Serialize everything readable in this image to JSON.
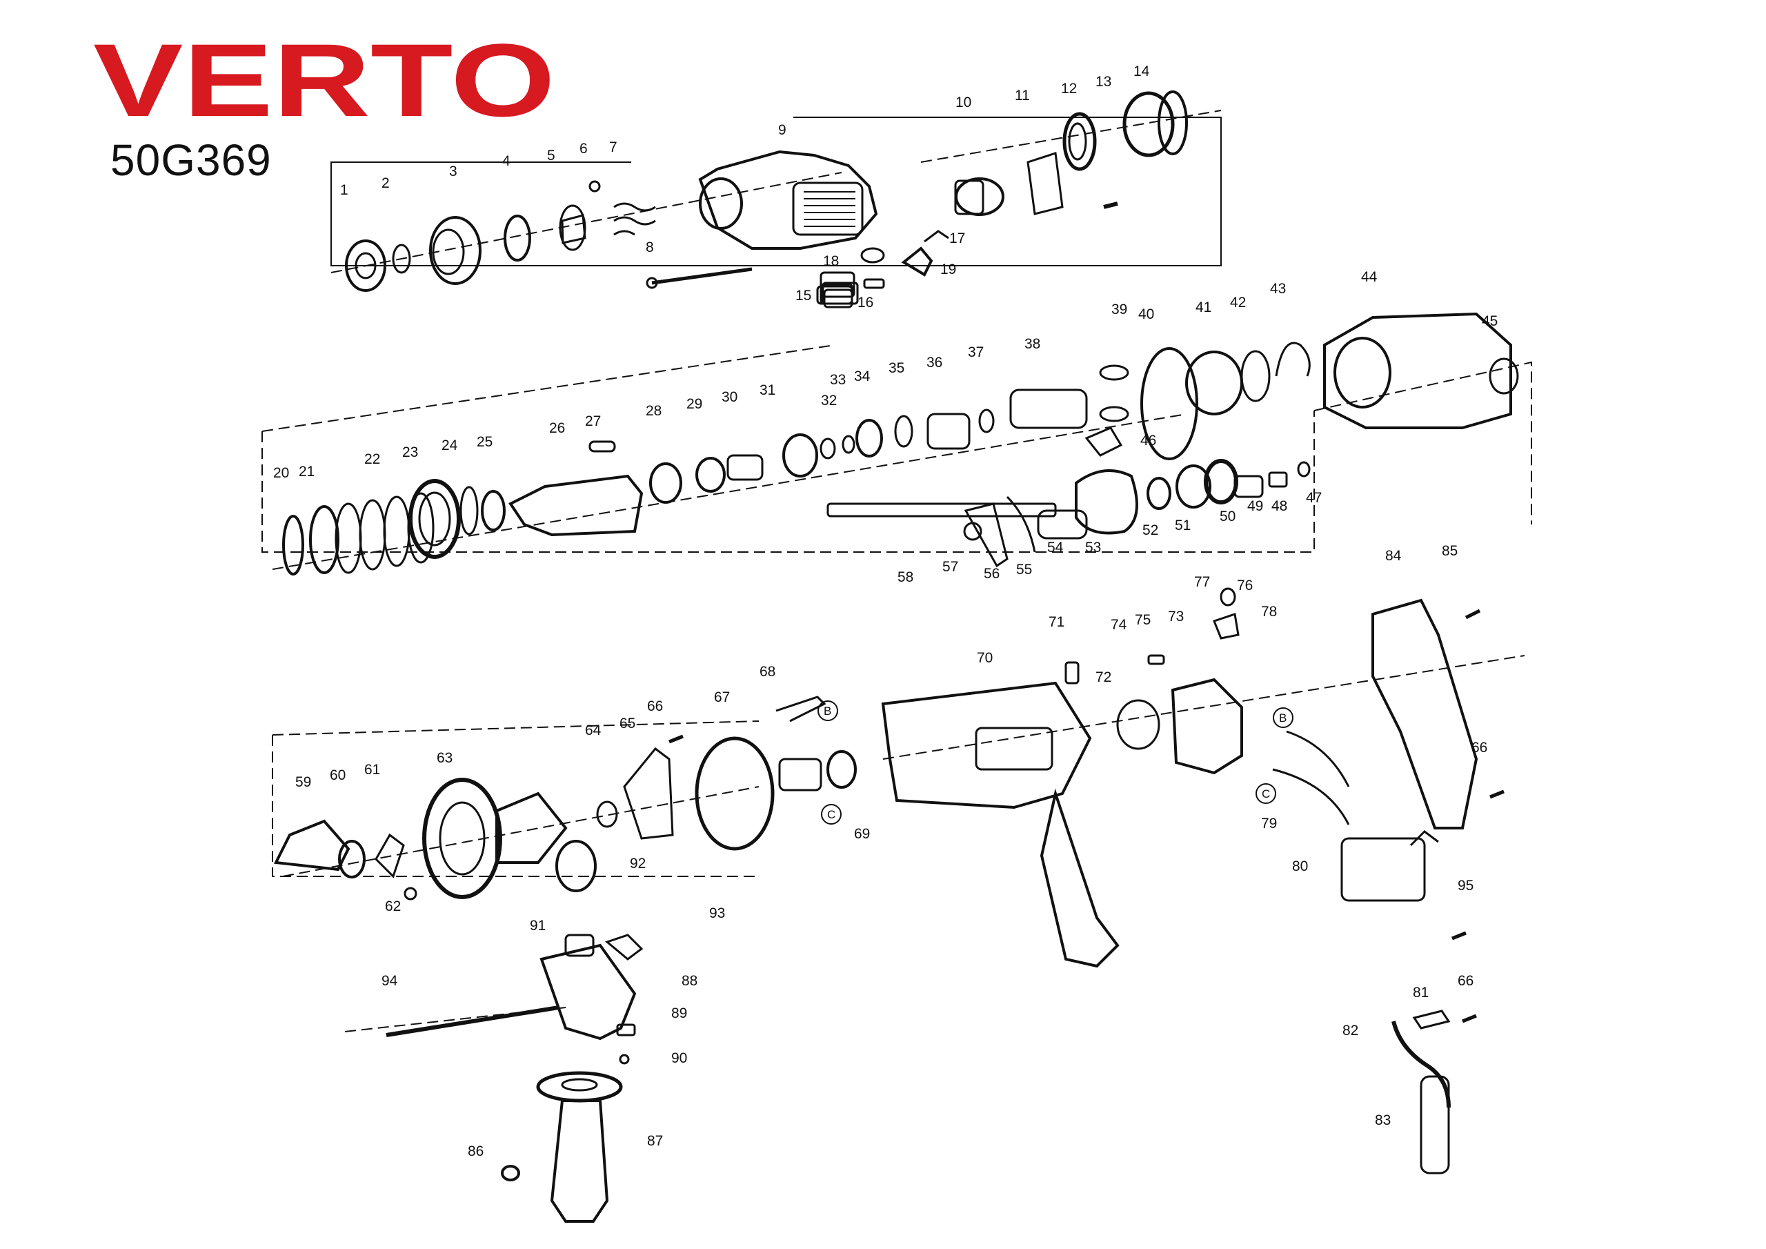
{
  "brand": {
    "name": "VERTO",
    "color": "#d71920"
  },
  "model": "50G369",
  "parts": [
    "1",
    "2",
    "3",
    "4",
    "5",
    "6",
    "7",
    "8",
    "9",
    "10",
    "11",
    "12",
    "13",
    "14",
    "15",
    "16",
    "17",
    "18",
    "19",
    "20",
    "21",
    "22",
    "23",
    "24",
    "25",
    "26",
    "27",
    "28",
    "29",
    "30",
    "31",
    "32",
    "33",
    "34",
    "35",
    "36",
    "37",
    "38",
    "39",
    "40",
    "41",
    "42",
    "43",
    "44",
    "45",
    "46",
    "47",
    "48",
    "49",
    "50",
    "51",
    "52",
    "53",
    "54",
    "55",
    "56",
    "57",
    "58",
    "59",
    "60",
    "61",
    "62",
    "63",
    "64",
    "65",
    "66",
    "67",
    "68",
    "69",
    "70",
    "71",
    "72",
    "73",
    "74",
    "75",
    "76",
    "77",
    "78",
    "79",
    "80",
    "81",
    "82",
    "83",
    "84",
    "85",
    "86",
    "87",
    "88",
    "89",
    "90",
    "91",
    "92",
    "93",
    "94",
    "95"
  ],
  "connector_labels": [
    "B",
    "C"
  ],
  "colors": {
    "line": "#111111",
    "accent": "#d71920"
  }
}
